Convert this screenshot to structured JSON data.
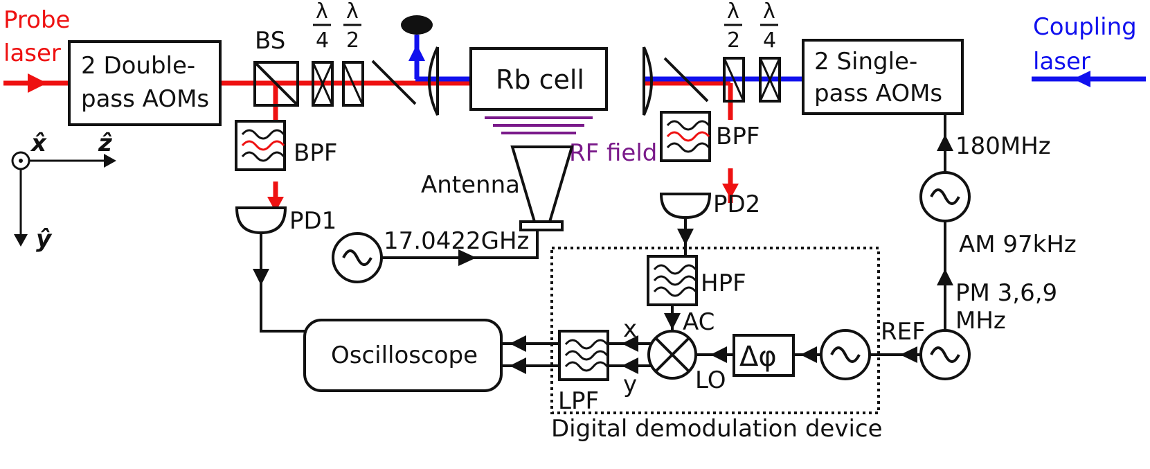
{
  "labels": {
    "probe_line1": "Probe",
    "probe_line2": "laser",
    "coupling_line1": "Coupling",
    "coupling_line2": "laser",
    "dp_aom_line1": "2 Double-",
    "dp_aom_line2": "pass AOMs",
    "sp_aom_line1": "2 Single-",
    "sp_aom_line2": "pass AOMs",
    "bs": "BS",
    "lambda": "λ",
    "four": "4",
    "two": "2",
    "rb_cell": "Rb cell",
    "bpf": "BPF",
    "pd1": "PD1",
    "pd2": "PD2",
    "antenna": "Antenna",
    "rf_field": "RF  field",
    "freq_rf": "17.0422GHz",
    "freq_180": "180MHz",
    "am": "AM 97kHz",
    "pm_line1": "PM 3,6,9",
    "pm_line2": "MHz",
    "hpf": "HPF",
    "ac": "AC",
    "lo": "LO",
    "x": "x",
    "y": "y",
    "lpf": "LPF",
    "ref": "REF",
    "dphi": "Δφ",
    "oscilloscope": "Oscilloscope",
    "ddd": "Digital demodulation device",
    "axis_x": "x̂",
    "axis_y": "ŷ",
    "axis_z": "ẑ"
  },
  "colors": {
    "probe": "#ee1111",
    "coupling": "#1111ee",
    "rf": "#7a1a8a"
  }
}
